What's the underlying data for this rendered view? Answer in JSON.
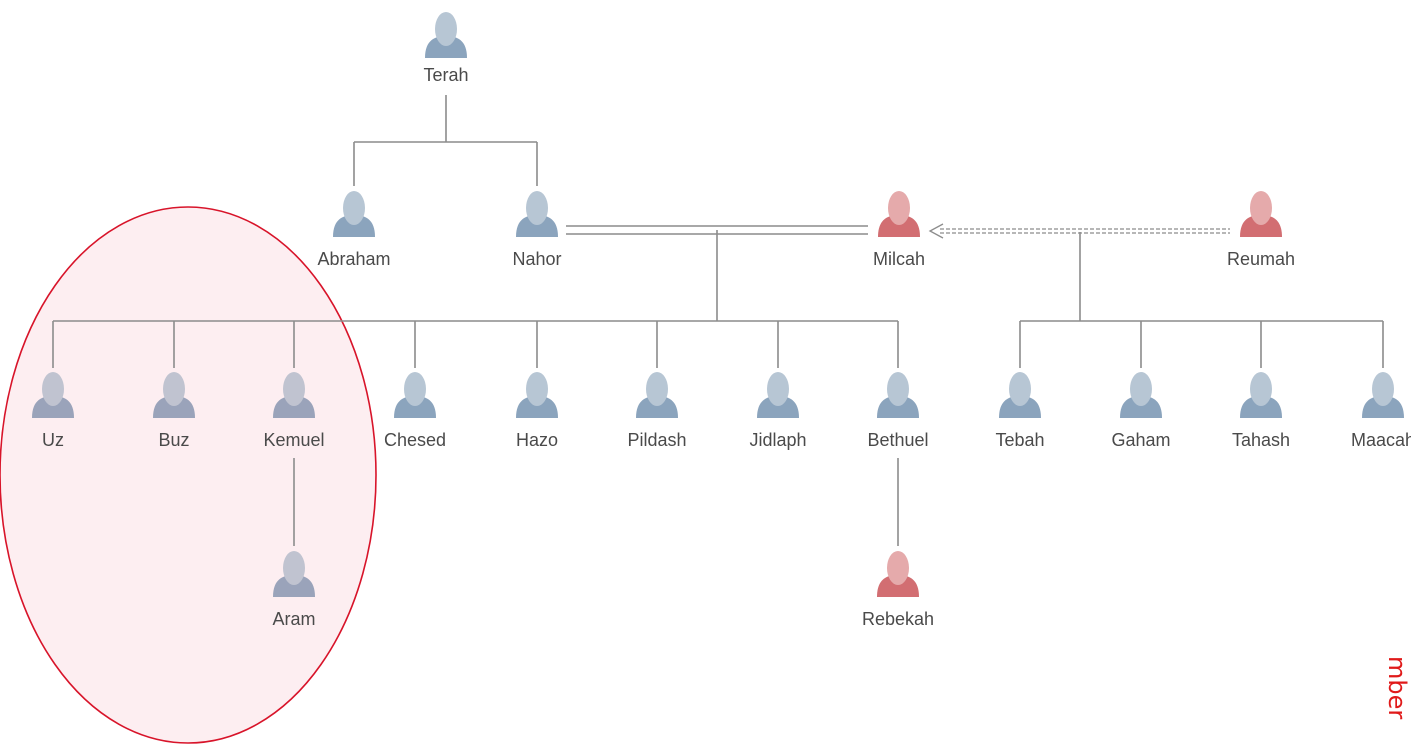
{
  "colors": {
    "male_head": "#b7c6d4",
    "male_body": "#8ba4bd",
    "female_head": "#e5aaab",
    "female_body": "#d26e72",
    "highlight_head": "#c0c3d0",
    "highlight_body": "#9aa3ba",
    "line": "#8c8c8c",
    "highlight_fill": "#fdeef1",
    "highlight_stroke": "#d8142a",
    "side_text": "#e01a1a"
  },
  "people": {
    "terah": {
      "name": "Terah",
      "gender": "male"
    },
    "abraham": {
      "name": "Abraham",
      "gender": "male"
    },
    "nahor": {
      "name": "Nahor",
      "gender": "male"
    },
    "milcah": {
      "name": "Milcah",
      "gender": "female"
    },
    "reumah": {
      "name": "Reumah",
      "gender": "female"
    },
    "uz": {
      "name": "Uz",
      "gender": "male",
      "highlighted": true
    },
    "buz": {
      "name": "Buz",
      "gender": "male",
      "highlighted": true
    },
    "kemuel": {
      "name": "Kemuel",
      "gender": "male",
      "highlighted": true
    },
    "chesed": {
      "name": "Chesed",
      "gender": "male"
    },
    "hazo": {
      "name": "Hazo",
      "gender": "male"
    },
    "pildash": {
      "name": "Pildash",
      "gender": "male"
    },
    "jidlaph": {
      "name": "Jidlaph",
      "gender": "male"
    },
    "bethuel": {
      "name": "Bethuel",
      "gender": "male"
    },
    "tebah": {
      "name": "Tebah",
      "gender": "male"
    },
    "gaham": {
      "name": "Gaham",
      "gender": "male"
    },
    "tahash": {
      "name": "Tahash",
      "gender": "male"
    },
    "maacah": {
      "name": "Maacah",
      "gender": "male"
    },
    "aram": {
      "name": "Aram",
      "gender": "male",
      "highlighted": true
    },
    "rebekah": {
      "name": "Rebekah",
      "gender": "female"
    }
  },
  "relations": {
    "marriage": [
      "nahor",
      "milcah"
    ],
    "concubine": [
      "reumah",
      "milcah"
    ],
    "parent_child": [
      [
        "terah",
        "abraham"
      ],
      [
        "terah",
        "nahor"
      ],
      [
        "nahor",
        "uz"
      ],
      [
        "nahor",
        "buz"
      ],
      [
        "nahor",
        "kemuel"
      ],
      [
        "nahor",
        "chesed"
      ],
      [
        "nahor",
        "hazo"
      ],
      [
        "nahor",
        "pildash"
      ],
      [
        "nahor",
        "jidlaph"
      ],
      [
        "nahor",
        "bethuel"
      ],
      [
        "reumah",
        "tebah"
      ],
      [
        "reumah",
        "gaham"
      ],
      [
        "reumah",
        "tahash"
      ],
      [
        "reumah",
        "maacah"
      ],
      [
        "kemuel",
        "aram"
      ],
      [
        "bethuel",
        "rebekah"
      ]
    ]
  },
  "side_text": "mber"
}
